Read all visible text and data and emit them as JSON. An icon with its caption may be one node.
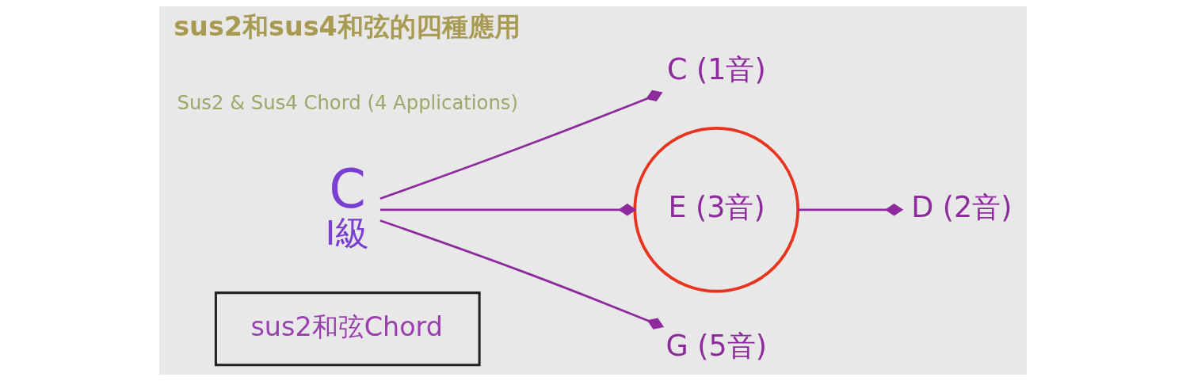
{
  "diagram": {
    "title": "sus2和sus4和弦的四種應用",
    "nodes": [
      {
        "text": [
          "sus2和弦Chord"
        ]
      },
      {
        "text": [
          "C"
        ],
        "beside": [
          "I級"
        ]
      },
      {
        "text": [
          "C (1音)"
        ]
      },
      {
        "text": [
          "E (3音)"
        ]
      },
      {
        "text": [
          "G (5音)"
        ]
      },
      {
        "text": [
          "D (2音)"
        ]
      }
    ],
    "edges": [
      {
        "from": 1,
        "to": 2,
        "arrow": "other"
      },
      {
        "from": 1,
        "to": 3,
        "arrow": "other"
      },
      {
        "from": 1,
        "to": 4,
        "arrow": "other"
      },
      {
        "from": 3,
        "to": 5,
        "arrow": "other"
      }
    ],
    "labels": [
      "Sus2 & Sus4 Chord (4 Applications)"
    ]
  }
}
